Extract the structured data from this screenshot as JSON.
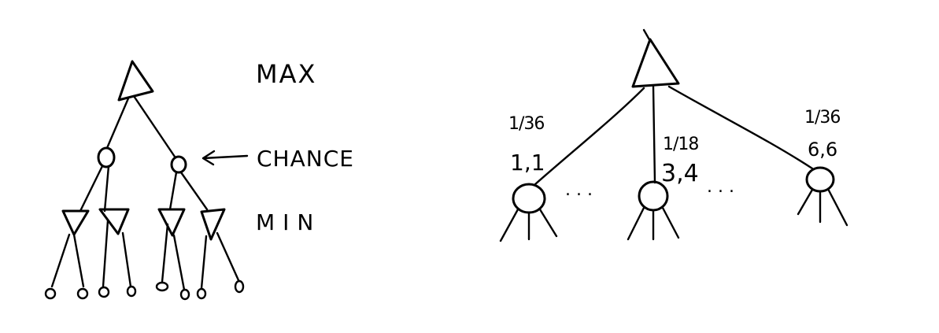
{
  "left_tree": {
    "labels": {
      "max": "MAX",
      "chance": "CHANCE",
      "min": "MIN"
    }
  },
  "right_tree": {
    "outcomes": [
      {
        "probability": "1/36",
        "roll": "1,1"
      },
      {
        "probability": "1/18",
        "roll": "3,4"
      },
      {
        "probability": "1/36",
        "roll": "6,6"
      }
    ],
    "ellipsis": ". . .",
    "ellipsis_2": ". . ."
  }
}
